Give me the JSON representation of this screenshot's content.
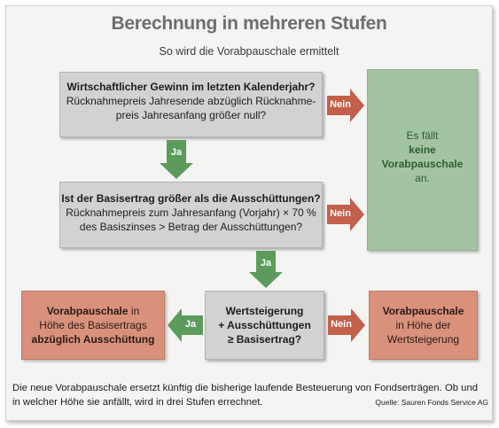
{
  "title": "Berechnung in mehreren Stufen",
  "subtitle": "So wird die Vorabpauschale ermittelt",
  "step1": {
    "question": "Wirtschaftlicher Gewinn im letzten Kalenderjahr?",
    "line2": "Rücknahmepreis Jahresende abzüglich Rücknahme-",
    "line3": "preis Jahresanfang größer null?"
  },
  "step2": {
    "question": "Ist der Basisertrag größer als die Ausschüttungen?",
    "line2": "Rücknahmepreis zum Jahresanfang (Vorjahr) × 70 %",
    "line3": "des Basiszinses > Betrag der Ausschüttungen?"
  },
  "step3": {
    "line1": "Wertsteigerung",
    "line2": "+ Ausschüttungen",
    "line3": "≥ Basisertrag?"
  },
  "result_none": {
    "line1": "Es fällt",
    "line2": "keine",
    "line3": "Vorabpauschale",
    "line4": "an."
  },
  "result_left": {
    "bold1": "Vorabpauschale",
    "text1": " in",
    "line2": "Höhe des Basisertrags",
    "line3": "abzüglich Ausschüttung"
  },
  "result_right": {
    "line1": "Vorabpauschale",
    "line2": "in Höhe der",
    "line3": "Wertsteigerung"
  },
  "labels": {
    "yes": "Ja",
    "no": "Nein"
  },
  "footer": "Die neue Vorabpauschale ersetzt künftig die bisherige laufende Besteuerung von Fondserträgen. Ob und in welcher Höhe sie anfällt, wird in drei Stufen errechnet.",
  "source": "Quelle: Sauren Fonds Service AG",
  "colors": {
    "arrow_yes": "#5d9b5d",
    "arrow_no": "#c2604a"
  }
}
